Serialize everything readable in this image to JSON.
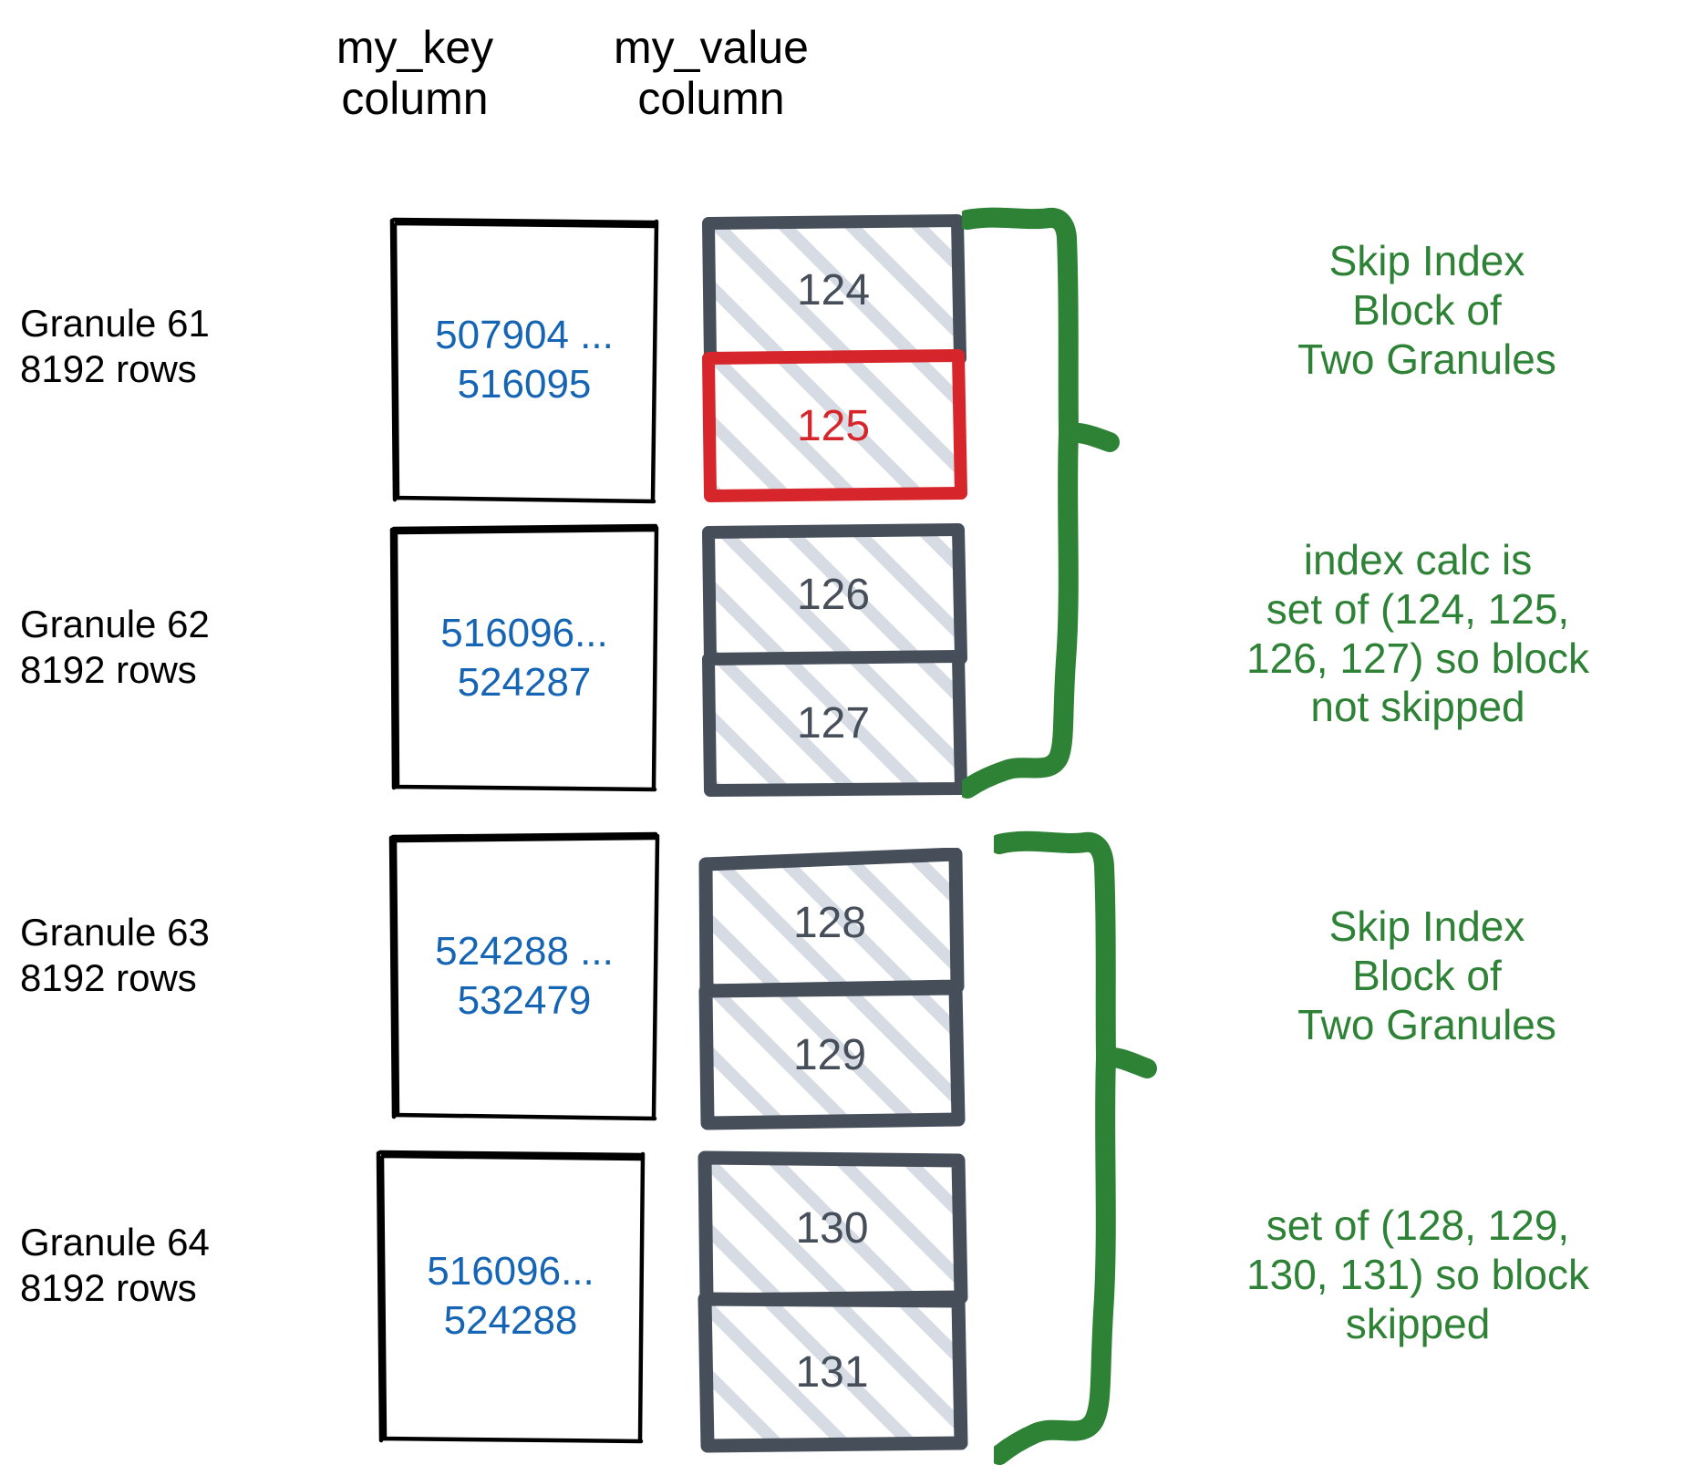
{
  "headers": {
    "key_column": "my_key\ncolumn",
    "value_column": "my_value\ncolumn"
  },
  "colors": {
    "key_text": "#1565b4",
    "value_text": "#454e59",
    "highlight": "#d7262b",
    "annotation": "#2e8236",
    "box_outline": "#000000",
    "hatch": "#b4becd"
  },
  "granules": [
    {
      "label": "Granule 61\n8192 rows",
      "key_range": "507904 ...\n516095",
      "values": [
        {
          "value": "124",
          "highlighted": false
        },
        {
          "value": "125",
          "highlighted": true
        }
      ]
    },
    {
      "label": "Granule 62\n8192 rows",
      "key_range": "516096...\n524287",
      "values": [
        {
          "value": "126",
          "highlighted": false
        },
        {
          "value": "127",
          "highlighted": false
        }
      ]
    },
    {
      "label": "Granule 63\n8192 rows",
      "key_range": "524288 ...\n532479",
      "values": [
        {
          "value": "128",
          "highlighted": false
        },
        {
          "value": "129",
          "highlighted": false
        }
      ]
    },
    {
      "label": "Granule 64\n8192 rows",
      "key_range": "516096...\n524288",
      "values": [
        {
          "value": "130",
          "highlighted": false
        },
        {
          "value": "131",
          "highlighted": false
        }
      ]
    }
  ],
  "annotations": [
    {
      "text": "Skip Index\nBlock of\nTwo Granules"
    },
    {
      "text": "index calc is\nset of (124, 125,\n126, 127) so block\nnot skipped"
    },
    {
      "text": "Skip Index\nBlock of\nTwo Granules"
    },
    {
      "text": "set of (128, 129,\n130, 131) so block\nskipped"
    }
  ]
}
